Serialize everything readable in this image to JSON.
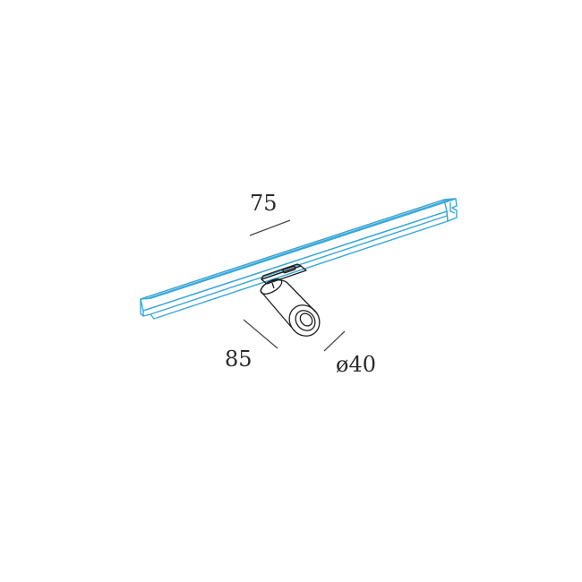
{
  "colors": {
    "rail": "#39a7d8",
    "lamp": "#1e1e1e",
    "dimension": "#4a4a4a",
    "background": "#ffffff"
  },
  "dimensions": {
    "track_width": "75",
    "spot_length": "85",
    "spot_diameter": "ø40"
  }
}
